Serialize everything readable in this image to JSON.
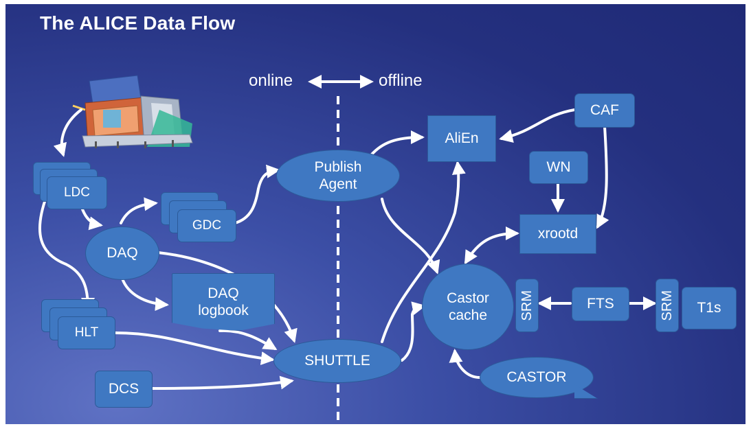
{
  "title": "The ALICE Data Flow",
  "header": {
    "online_label": "online",
    "offline_label": "offline"
  },
  "nodes": {
    "ldc": "LDC",
    "gdc": "GDC",
    "hlt": "HLT",
    "daq": "DAQ",
    "daq_logbook": "DAQ\nlogbook",
    "dcs": "DCS",
    "publish_agent": "Publish\nAgent",
    "shuttle": "SHUTTLE",
    "alien": "AliEn",
    "caf": "CAF",
    "wn": "WN",
    "xrootd": "xrootd",
    "castor_cache": "Castor\ncache",
    "srm_left": "SRM",
    "fts": "FTS",
    "srm_right": "SRM",
    "t1s": "T1s",
    "castor": "CASTOR"
  },
  "colors": {
    "node_fill": "#3f78c2",
    "node_border": "#2c5a99",
    "arrow": "#ffffff",
    "background_light": "#5f72c4",
    "background_dark": "#1f2a76"
  },
  "icons": {
    "detector": "alice-detector-illustration"
  }
}
